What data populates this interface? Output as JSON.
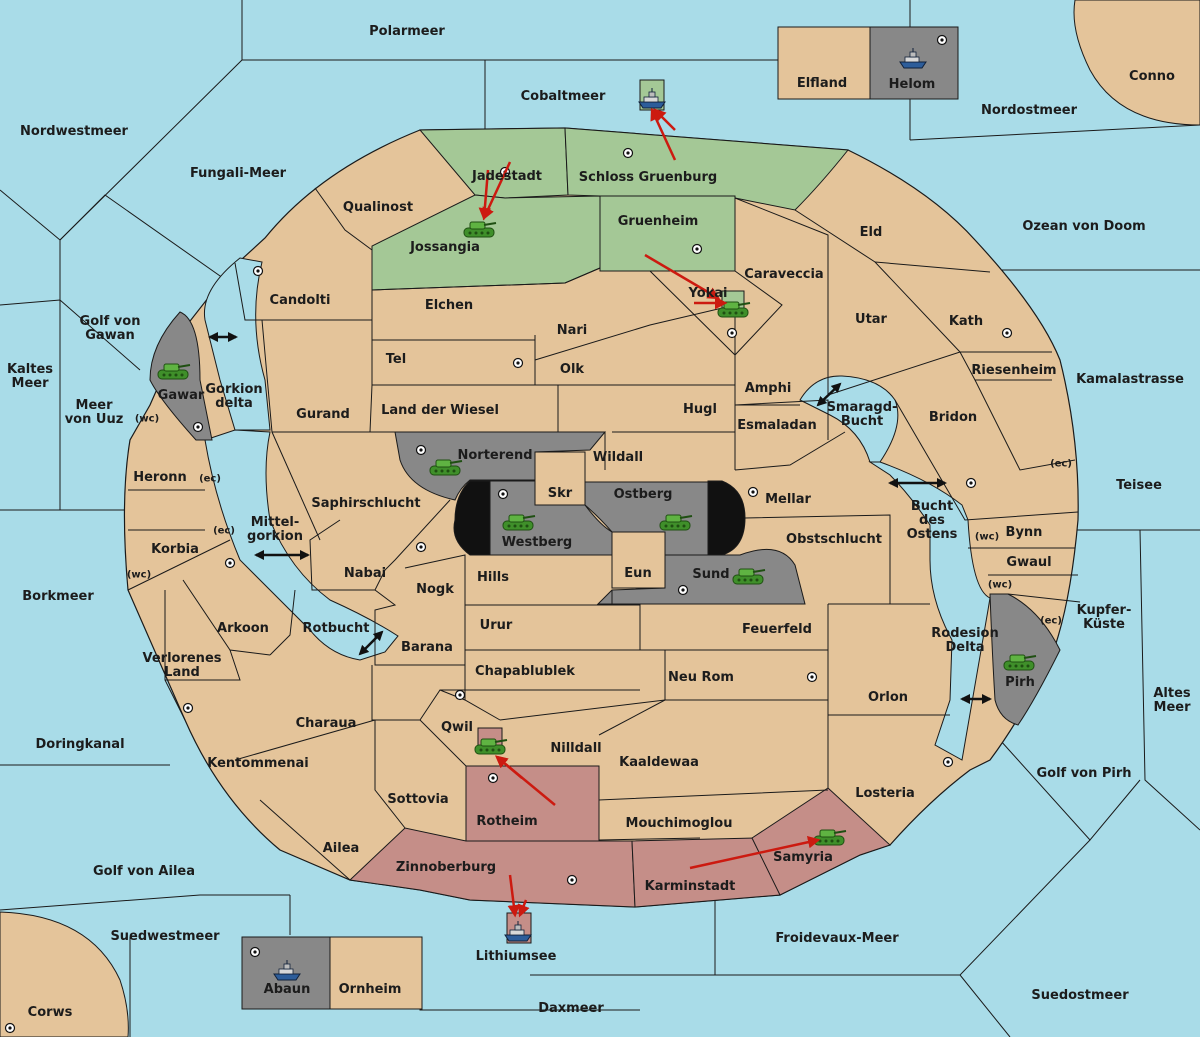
{
  "colors": {
    "sea": "#a9dce8",
    "land": "#e4c49a",
    "green_power": "#a4c896",
    "red_power": "#c58e88",
    "grey_power": "#888888",
    "order_arrow": "#cc1a10",
    "border": "#1a1a1a"
  },
  "territories": {
    "polarmeer": "Polarmeer",
    "cobaltmeer": "Cobaltmeer",
    "nordwestmeer": "Nordwestmeer",
    "fungali_meer": "Fungali-Meer",
    "elfland": "Elfland",
    "helom": "Helom",
    "conno": "Conno",
    "nordostmeer": "Nordostmeer",
    "ozean_von_doom": "Ozean von Doom",
    "kamalastrasse": "Kamalastrasse",
    "teisee": "Teisee",
    "kupfer_kueste": "Kupfer-\nKüste",
    "altes_meer": "Altes\nMeer",
    "golf_von_pirh": "Golf von Pirh",
    "suedostmeer": "Suedostmeer",
    "froidevaux_meer": "Froidevaux-Meer",
    "daxmeer": "Daxmeer",
    "lithiumsee": "Lithiumsee",
    "suedwestmeer": "Suedwestmeer",
    "corws": "Corws",
    "abaun": "Abaun",
    "ornheim": "Ornheim",
    "golf_von_ailea": "Golf von Ailea",
    "doringkanal": "Doringkanal",
    "borkmeer": "Borkmeer",
    "kaltes_meer": "Kaltes\nMeer",
    "meer_von_uuz": "Meer\nvon Uuz",
    "golf_von_gawan": "Golf von\nGawan",
    "jadestadt": "Jadestadt",
    "schloss_gruenburg": "Schloss Gruenburg",
    "qualinost": "Qualinost",
    "jossangia": "Jossangia",
    "gruenheim": "Gruenheim",
    "eld": "Eld",
    "candolti": "Candolti",
    "elchen": "Elchen",
    "caraveccia": "Caraveccia",
    "yokai": "Yokai",
    "nari": "Nari",
    "utar": "Utar",
    "kath": "Kath",
    "tel": "Tel",
    "olk": "Olk",
    "amphi": "Amphi",
    "riesenheim": "Riesenheim",
    "gawar": "Gawar",
    "gorkion_delta": "Gorkion\ndelta",
    "gurand": "Gurand",
    "land_der_wiesel": "Land der Wiesel",
    "hugl": "Hugl",
    "smaragd_bucht": "Smaragd-\nBucht",
    "bridon": "Bridon",
    "esmaladan": "Esmaladan",
    "norterend": "Norterend",
    "wildall": "Wildall",
    "heronn": "Heronn",
    "skr": "Skr",
    "ostberg": "Ostberg",
    "mellar": "Mellar",
    "saphirschlucht": "Saphirschlucht",
    "westberg": "Westberg",
    "bucht_des_ostens": "Bucht\ndes\nOstens",
    "bynn": "Bynn",
    "mittel_gorkion": "Mittel-\ngorkion",
    "korbia": "Korbia",
    "obstschlucht": "Obstschlucht",
    "gwaul": "Gwaul",
    "nabai": "Nabai",
    "hills": "Hills",
    "eun": "Eun",
    "sund": "Sund",
    "nogk": "Nogk",
    "arkoon": "Arkoon",
    "rotbucht": "Rotbucht",
    "urur": "Urur",
    "feuerfeld": "Feuerfeld",
    "rodesion_delta": "Rodesion\nDelta",
    "barana": "Barana",
    "verlorenes_land": "Verlorenes\nLand",
    "pirh": "Pirh",
    "chapablublek": "Chapablublek",
    "neu_rom": "Neu Rom",
    "orlon": "Orlon",
    "charaua": "Charaua",
    "qwil": "Qwil",
    "nilldall": "Nilldall",
    "kentommenai": "Kentommenai",
    "kaaldewaa": "Kaaldewaa",
    "sottovia": "Sottovia",
    "losteria": "Losteria",
    "rotheim": "Rotheim",
    "mouchimoglou": "Mouchimoglou",
    "ailea": "Ailea",
    "samyria": "Samyria",
    "zinnoberburg": "Zinnoberburg",
    "karminstadt": "Karminstadt"
  },
  "coasts": {
    "wc": "(wc)",
    "ec": "(ec)"
  },
  "units": [
    {
      "type": "tank",
      "territory": "Jossangia",
      "power": "green"
    },
    {
      "type": "tank",
      "territory": "Yokai",
      "power": "green"
    },
    {
      "type": "tank",
      "territory": "Gawar",
      "power": "grey"
    },
    {
      "type": "tank",
      "territory": "Norterend",
      "power": "grey"
    },
    {
      "type": "tank",
      "territory": "Westberg",
      "power": "grey"
    },
    {
      "type": "tank",
      "territory": "Ostberg",
      "power": "grey"
    },
    {
      "type": "tank",
      "territory": "Sund",
      "power": "grey"
    },
    {
      "type": "tank",
      "territory": "Pirh",
      "power": "grey"
    },
    {
      "type": "tank",
      "territory": "Qwil",
      "power": "red"
    },
    {
      "type": "tank",
      "territory": "Samyria",
      "power": "red"
    },
    {
      "type": "ship",
      "territory": "Cobaltmeer",
      "power": "green"
    },
    {
      "type": "ship",
      "territory": "Helom",
      "power": "grey"
    },
    {
      "type": "ship",
      "territory": "Lithiumsee",
      "power": "red"
    },
    {
      "type": "ship",
      "territory": "Abaun",
      "power": "grey"
    }
  ],
  "icons": {
    "tank": "tank-icon",
    "ship": "ship-icon",
    "supply_center": "supply-center-icon",
    "move_arrow": "move-arrow",
    "passage_arrow": "double-arrow-icon"
  }
}
